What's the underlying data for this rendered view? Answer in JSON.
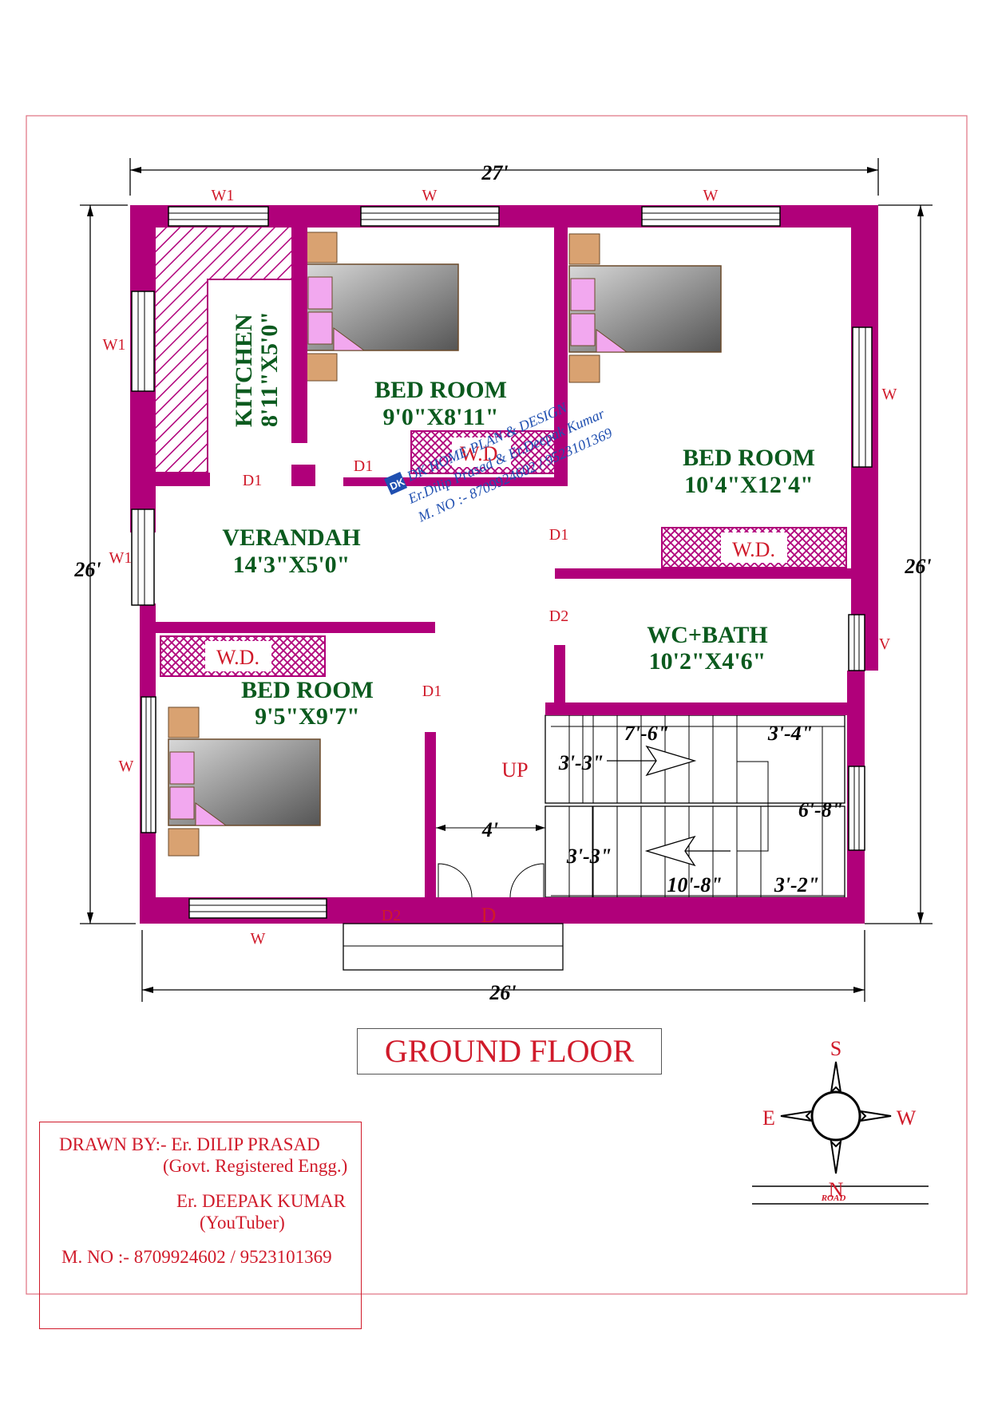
{
  "title": "GROUND FLOOR",
  "dimensions": {
    "top_width": "27'",
    "bottom_width": "26'",
    "left_height": "26'",
    "right_height": "26'",
    "stair_top_run": "7'-6\"",
    "stair_top_landing": "3'-4\"",
    "stair_bottom_run": "10'-8\"",
    "stair_bottom_landing": "3'-2\"",
    "stair_flight_upper": "3'-3\"",
    "stair_flight_lower": "3'-3\"",
    "stair_height": "6'-8\"",
    "entry_width": "4'"
  },
  "rooms": {
    "kitchen": {
      "name": "KITCHEN",
      "size": "8'11\"X5'0\""
    },
    "bedroom_top_middle": {
      "name": "BED ROOM",
      "size": "9'0\"X8'11\""
    },
    "bedroom_top_right": {
      "name": "BED ROOM",
      "size": "10'4\"X12'4\""
    },
    "verandah": {
      "name": "VERANDAH",
      "size": "14'3\"X5'0\""
    },
    "wc_bath": {
      "name": "WC+BATH",
      "size": "10'2\"X4'6\""
    },
    "bedroom_bottom_left": {
      "name": "BED ROOM",
      "size": "9'5\"X9'7\""
    }
  },
  "labels": {
    "w1_top": "W1",
    "w_top_mid": "W",
    "w_top_right": "W",
    "w1_left_upper": "W1",
    "w1_left_mid": "W1",
    "w_left_lower": "W",
    "w_right_upper": "W",
    "v_right": "V",
    "w_bottom": "W",
    "d1_kitchen": "D1",
    "d1_bedroom_mid": "D1",
    "d1_bedroom_right": "D1",
    "d2_bath": "D2",
    "d1_bedroom_left": "D1",
    "d2_bottom": "D2",
    "d_main": "D",
    "up": "UP",
    "wd_1": "W.D.",
    "wd_2": "W.D.",
    "wd_3": "W.D."
  },
  "watermark": {
    "line1": "DK HOME PLAN & DESIGN",
    "line2": "Er.Dilip Prasad & Er.Deepak Kumar",
    "line3": "M. NO :- 8709924602 / 9523101369"
  },
  "compass": {
    "north": "N",
    "south": "S",
    "east": "E",
    "west": "W",
    "road": "ROAD"
  },
  "credits": {
    "drawn_by": "DRAWN BY:-  Er. DILIP PRASAD",
    "drawn_by_title": "(Govt. Registered Engg.)",
    "second": "Er. DEEPAK KUMAR",
    "second_title": "(YouTuber)",
    "phone": "M. NO :- 8709924602 / 9523101369"
  },
  "colors": {
    "wall": "#b0007a",
    "room_text": "#0b5a1e",
    "label_text": "#d01a2a",
    "watermark": "#1f4fb0"
  }
}
